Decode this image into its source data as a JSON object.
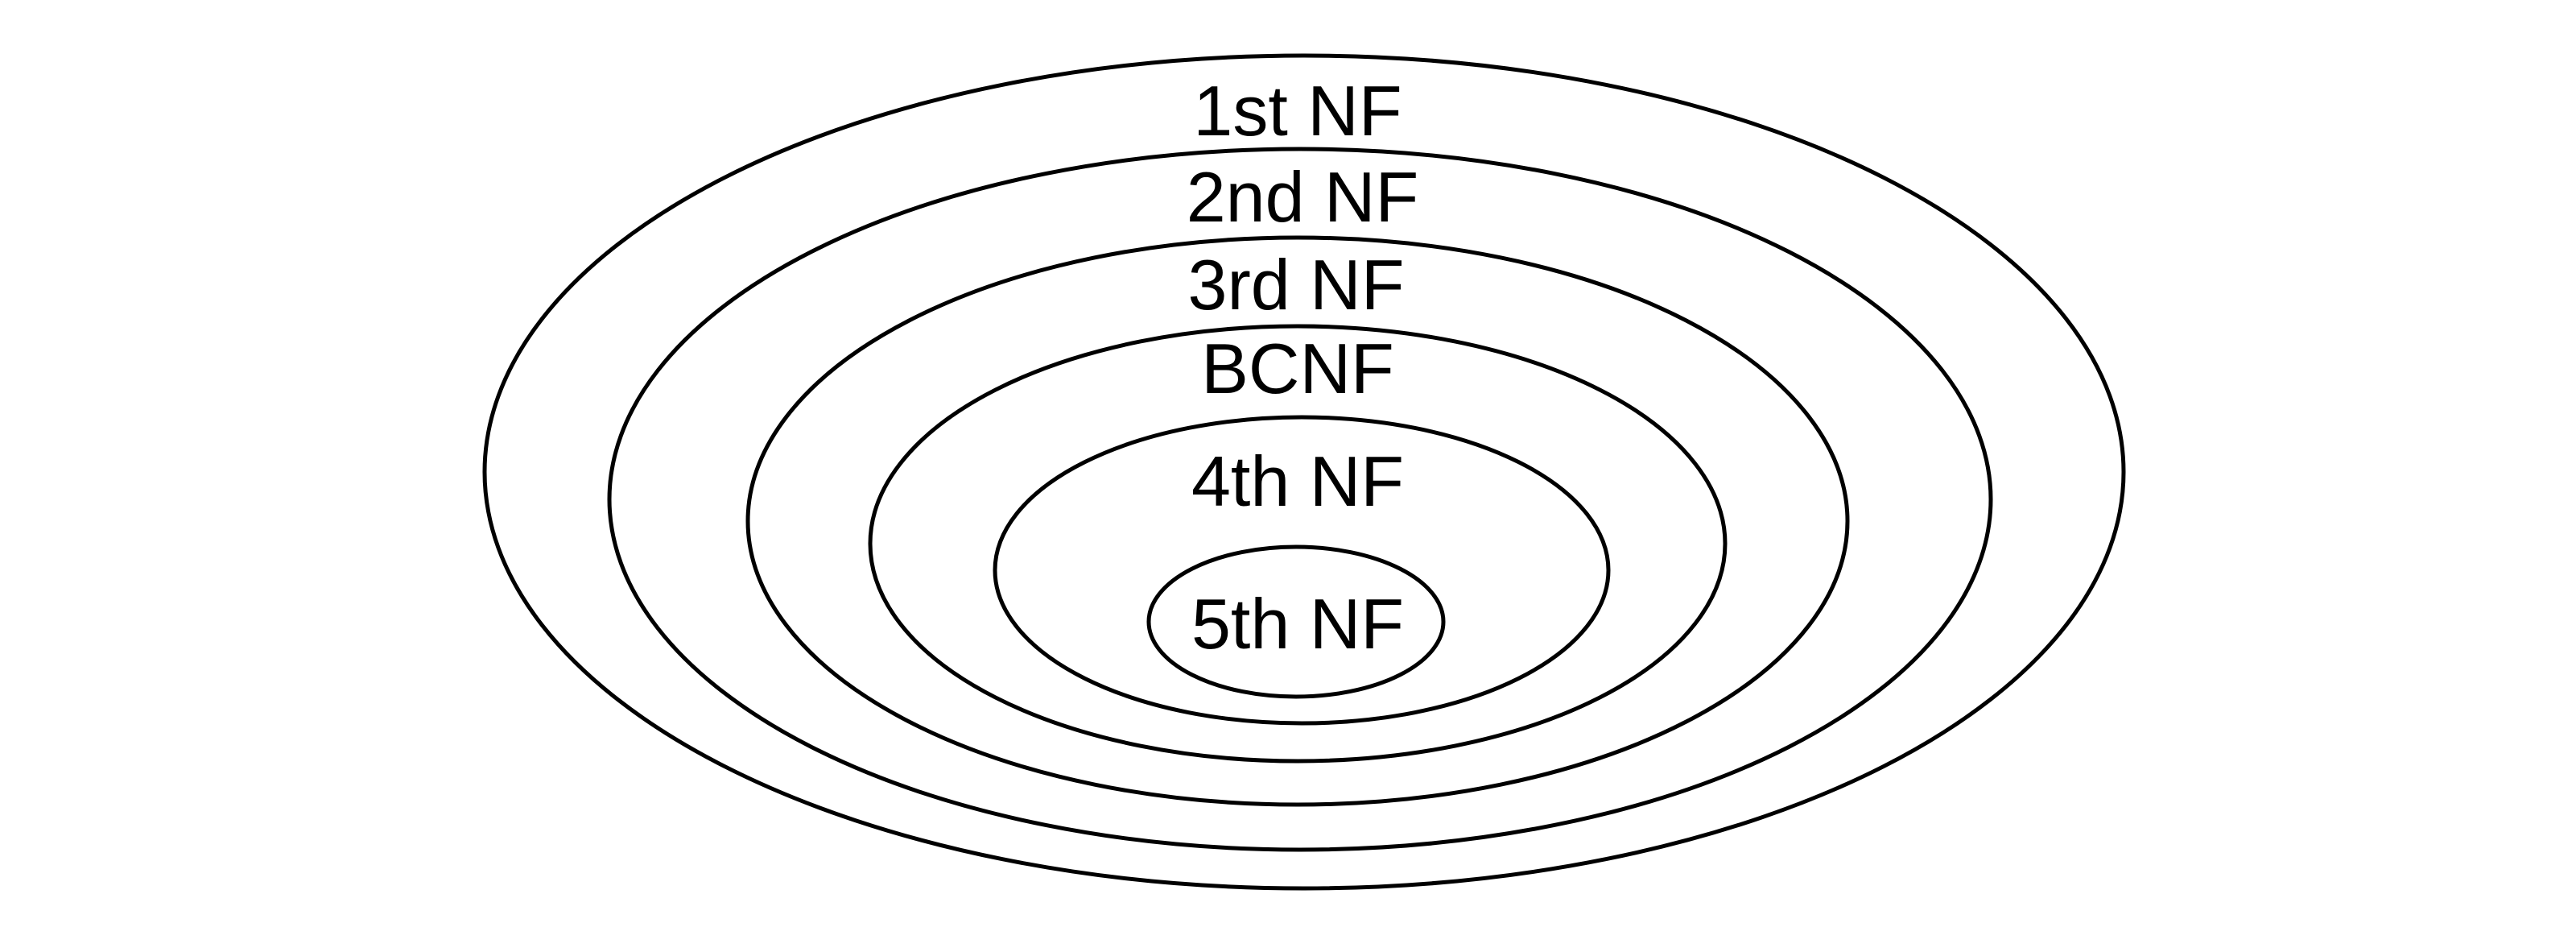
{
  "diagram": {
    "levels": [
      {
        "label": "1st NF"
      },
      {
        "label": "2nd NF"
      },
      {
        "label": "3rd NF"
      },
      {
        "label": "BCNF"
      },
      {
        "label": "4th NF"
      },
      {
        "label": "5th NF"
      }
    ],
    "colors": {
      "stroke": "#000000",
      "text": "#000000",
      "background": "#ffffff"
    }
  }
}
